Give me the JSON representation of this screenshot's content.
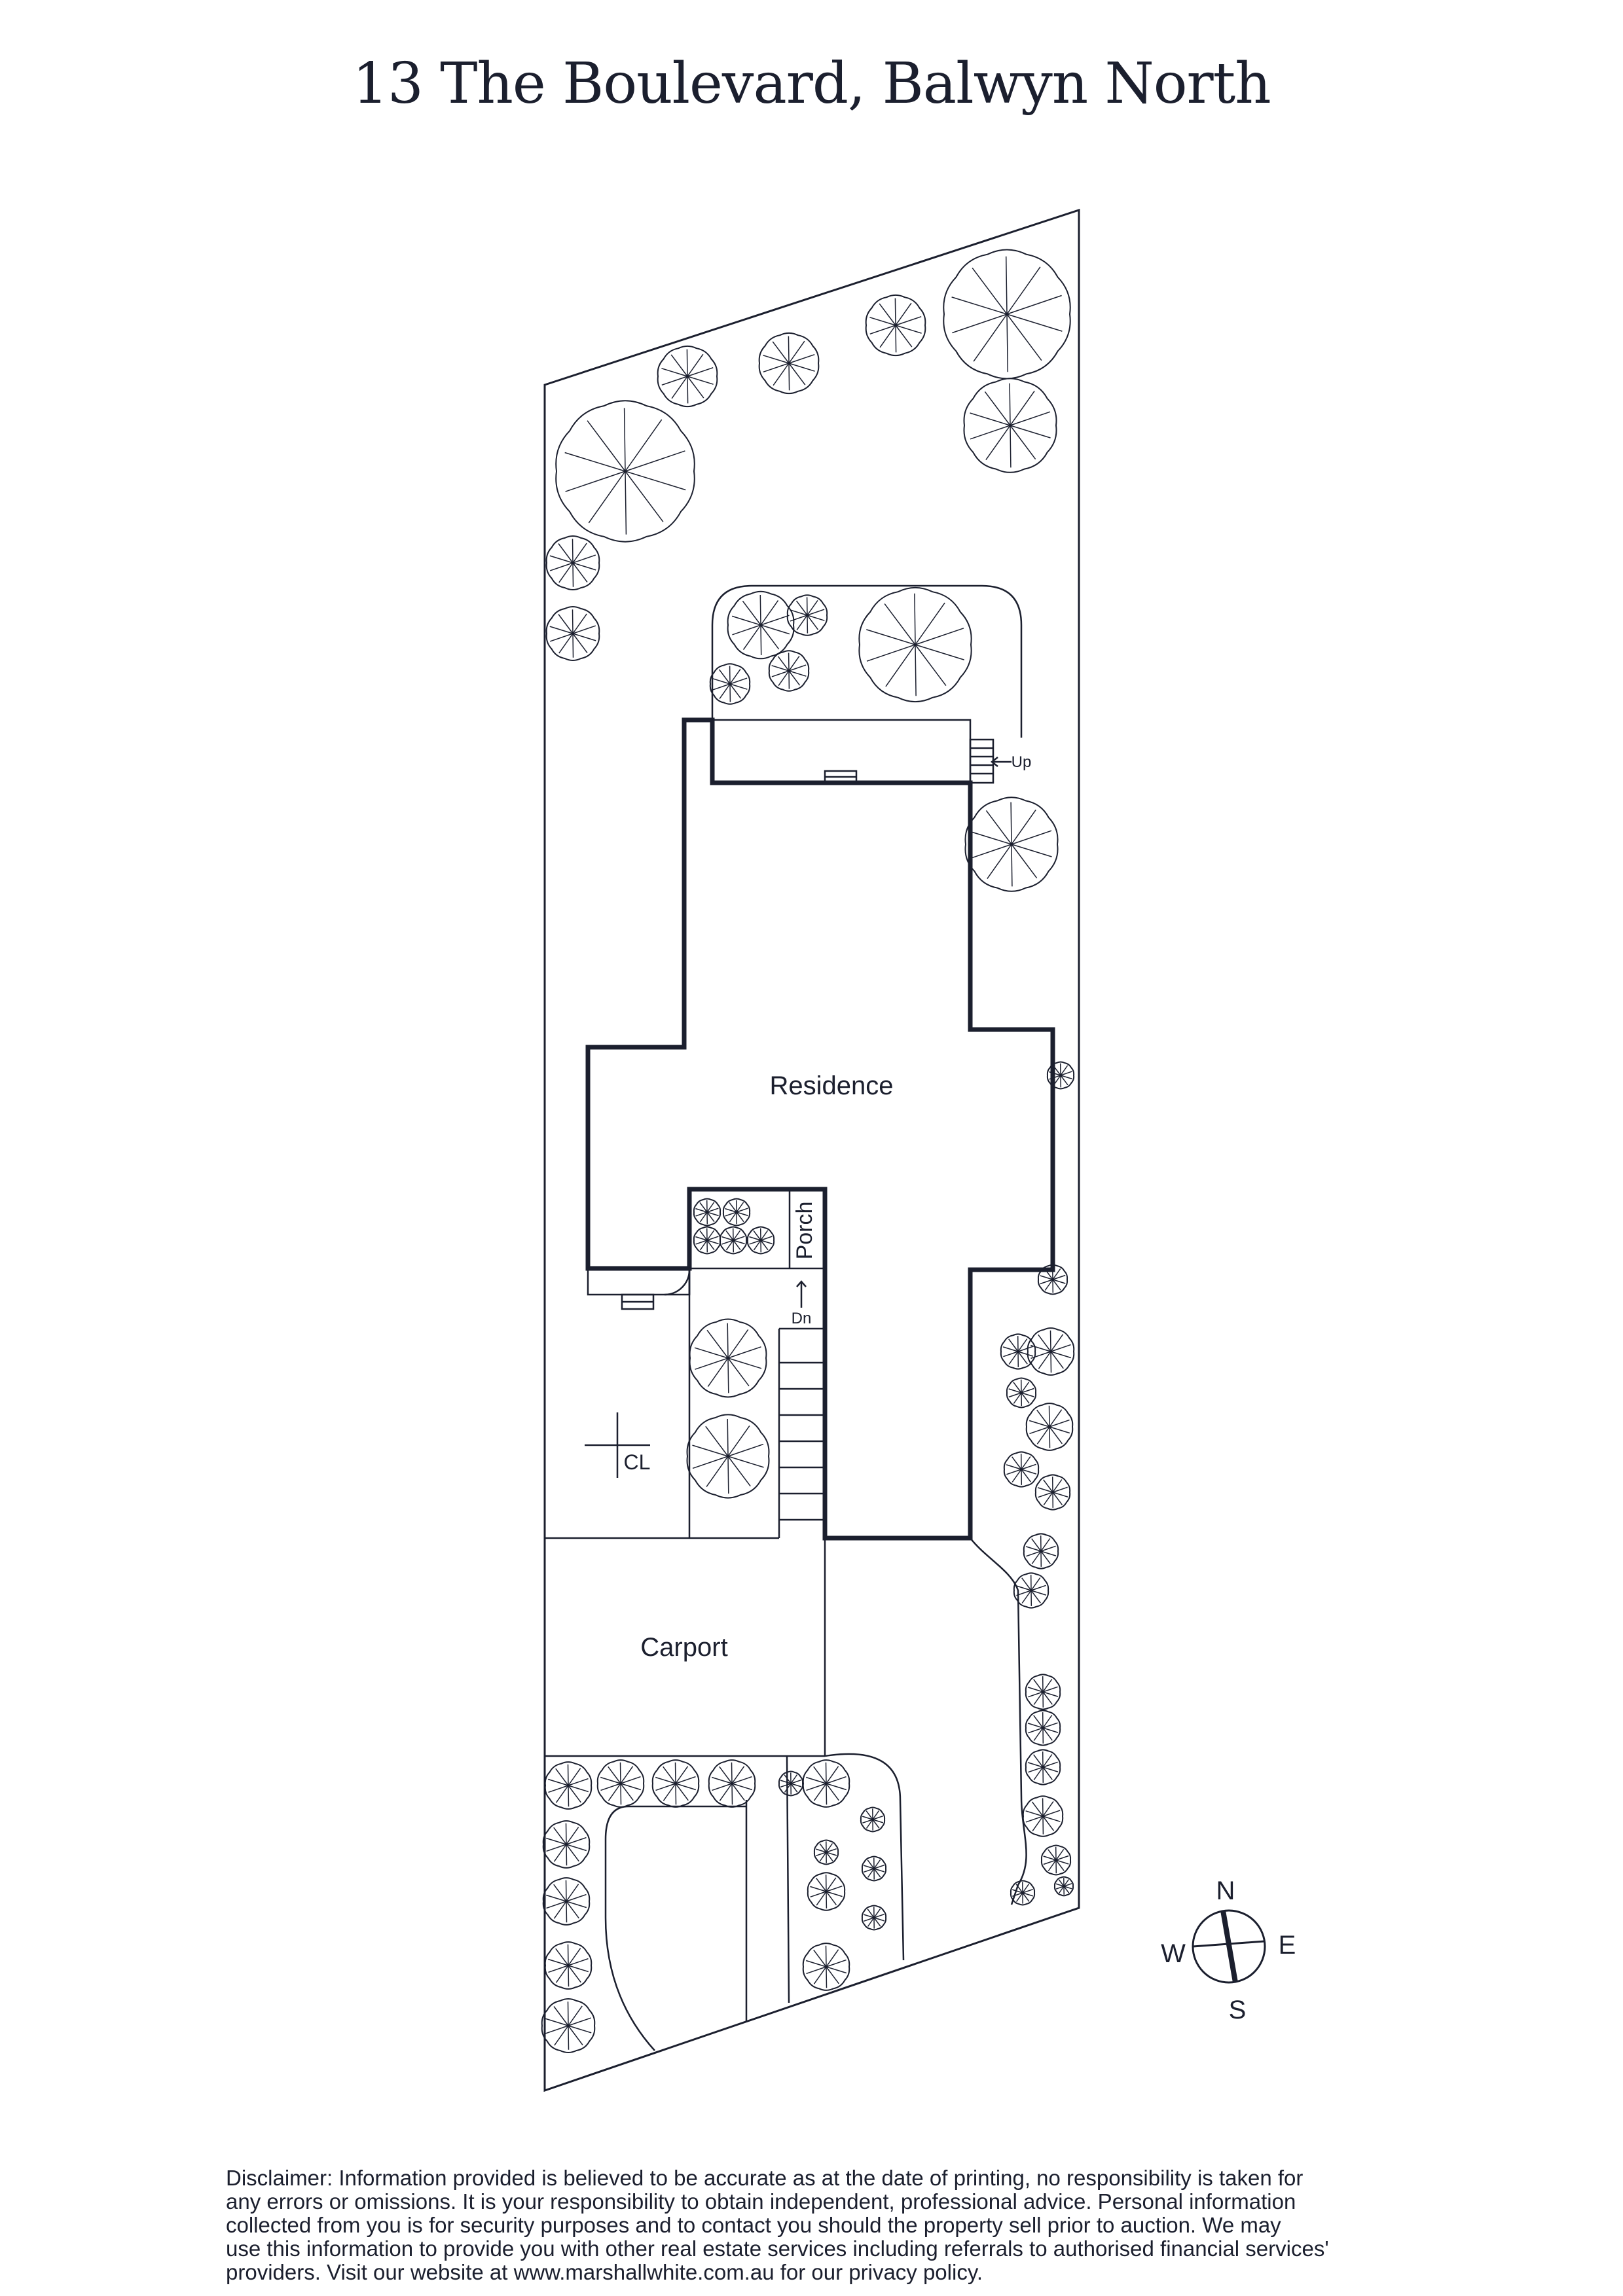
{
  "title": "13 The Boulevard, Balwyn North",
  "labels": {
    "residence": "Residence",
    "porch": "Porch",
    "carport": "Carport",
    "up": "Up",
    "dn": "Dn",
    "cl": "CL"
  },
  "compass": {
    "n": "N",
    "e": "E",
    "s": "S",
    "w": "W"
  },
  "disclaimer": [
    "Disclaimer: Information provided is believed to be accurate as at the date of printing, no responsibility is taken for",
    "any errors or omissions. It is your responsibility to obtain independent, professional advice. Personal information",
    "collected from you is for security purposes and to contact you should the property sell prior to auction. We may",
    "use this information to provide you with other real estate services including referrals to authorised financial services'",
    "providers. Visit our website at www.marshallwhite.com.au for our privacy policy."
  ],
  "colors": {
    "ink": "#1b1f2e",
    "background": "#ffffff"
  }
}
